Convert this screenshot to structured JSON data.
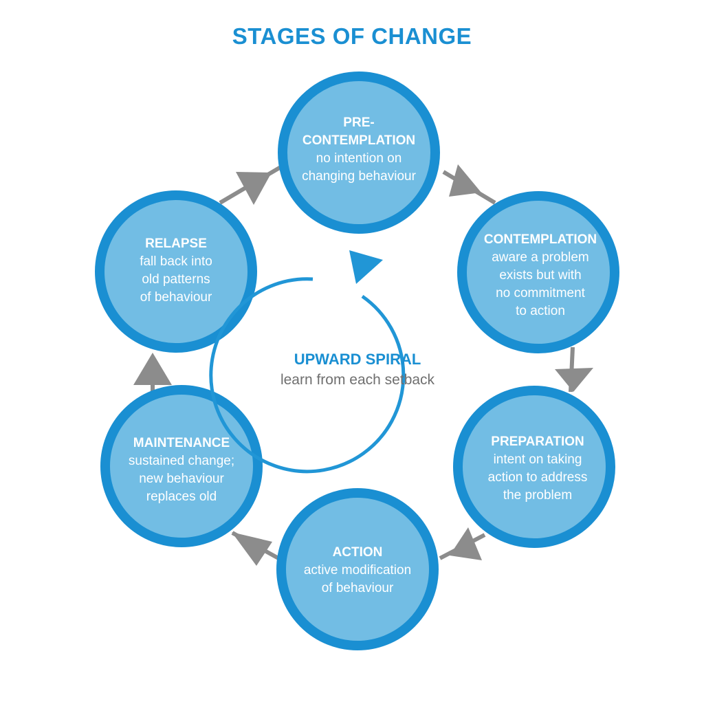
{
  "title": "STAGES OF CHANGE",
  "colors": {
    "circle_fill": "#72bde4",
    "circle_border": "#1a8fd2",
    "arrow": "#8c8c8c",
    "spiral": "#2196d6",
    "title": "#1a8fd2",
    "center_desc": "#6f6f6f"
  },
  "stages": [
    {
      "name": "PRE-\nCONTEMPLATION",
      "description": "no intention on\nchanging behaviour"
    },
    {
      "name": "CONTEMPLATION",
      "description": "aware a problem\nexists but with\nno commitment\nto action"
    },
    {
      "name": "PREPARATION",
      "description": "intent on taking\naction to address\nthe problem"
    },
    {
      "name": "ACTION",
      "description": "active modification\nof behaviour"
    },
    {
      "name": "MAINTENANCE",
      "description": "sustained change;\nnew behaviour\nreplaces old"
    },
    {
      "name": "RELAPSE",
      "description": "fall back into\nold patterns\nof behaviour"
    }
  ],
  "center": {
    "title": "UPWARD SPIRAL",
    "description": "learn from each setback"
  }
}
